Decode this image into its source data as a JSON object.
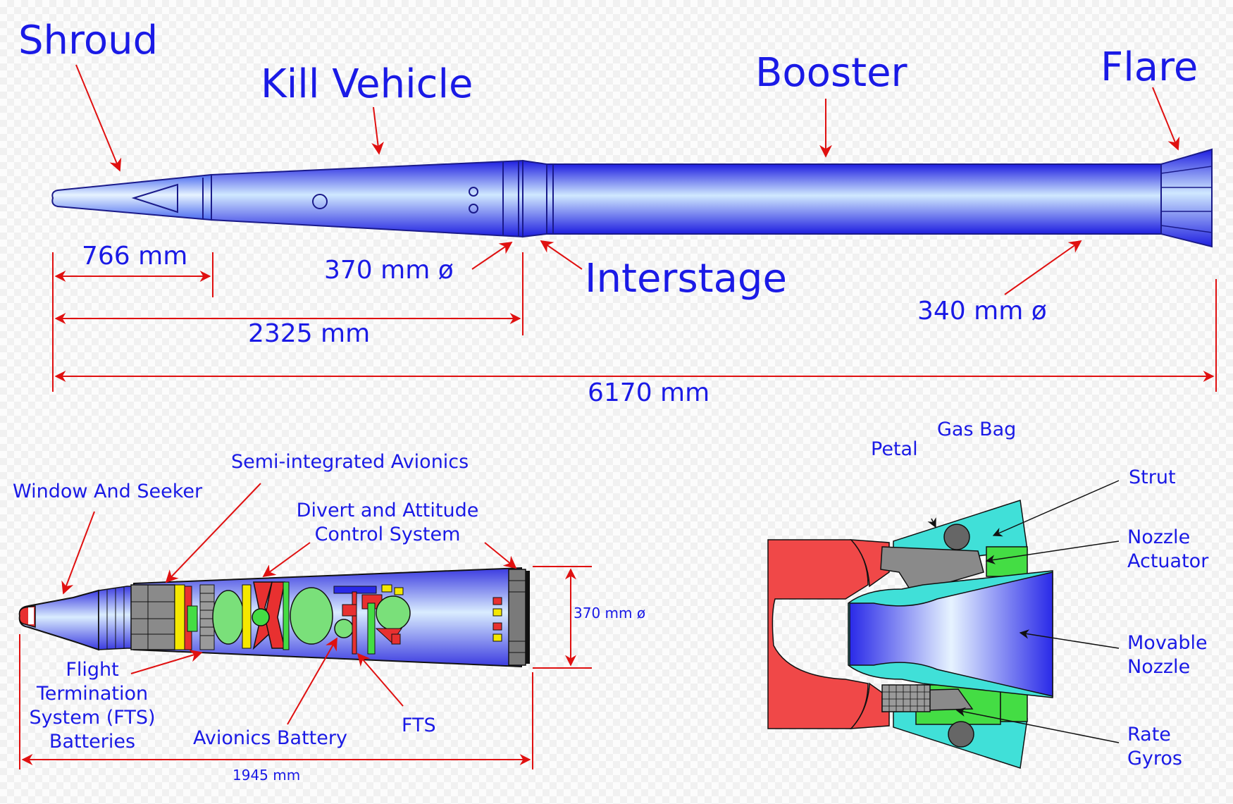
{
  "main_diagram": {
    "labels": {
      "shroud": "Shroud",
      "kill_vehicle": "Kill Vehicle",
      "booster": "Booster",
      "flare": "Flare",
      "interstage": "Interstage"
    },
    "dimensions": {
      "shroud_length": "766 mm",
      "kill_vehicle_length": "2325 mm",
      "total_length": "6170 mm",
      "kill_vehicle_diameter": "370 mm ø",
      "booster_diameter": "340 mm ø"
    }
  },
  "kill_vehicle_detail": {
    "labels": {
      "window_and_seeker": "Window And Seeker",
      "semi_integrated_avionics": "Semi-integrated Avionics",
      "dacs_line1": "Divert and Attitude",
      "dacs_line2": "Control System",
      "fts_batteries_line1": "Flight",
      "fts_batteries_line2": "Termination",
      "fts_batteries_line3": "System (FTS)",
      "fts_batteries_line4": "Batteries",
      "avionics_battery": "Avionics Battery",
      "fts": "FTS"
    },
    "dimensions": {
      "diameter": "370 mm  ø",
      "length": "1945 mm"
    }
  },
  "nozzle_detail": {
    "labels": {
      "petal": "Petal",
      "gas_bag": "Gas Bag",
      "strut": "Strut",
      "nozzle_actuator_line1": "Nozzle",
      "nozzle_actuator_line2": "Actuator",
      "movable_nozzle_line1": "Movable",
      "movable_nozzle_line2": "Nozzle",
      "rate_gyros_line1": "Rate",
      "rate_gyros_line2": "Gyros"
    }
  },
  "colors": {
    "label_text": "#1a1ae6",
    "leader_arrows": "#e01010",
    "body_blue": "#2a2ae8",
    "body_highlight": "#cfe8ff",
    "casing_red": "#f04848",
    "cyan_part": "#40e0d8",
    "green_part": "#44dd44",
    "gray_part": "#8a8a8a"
  }
}
